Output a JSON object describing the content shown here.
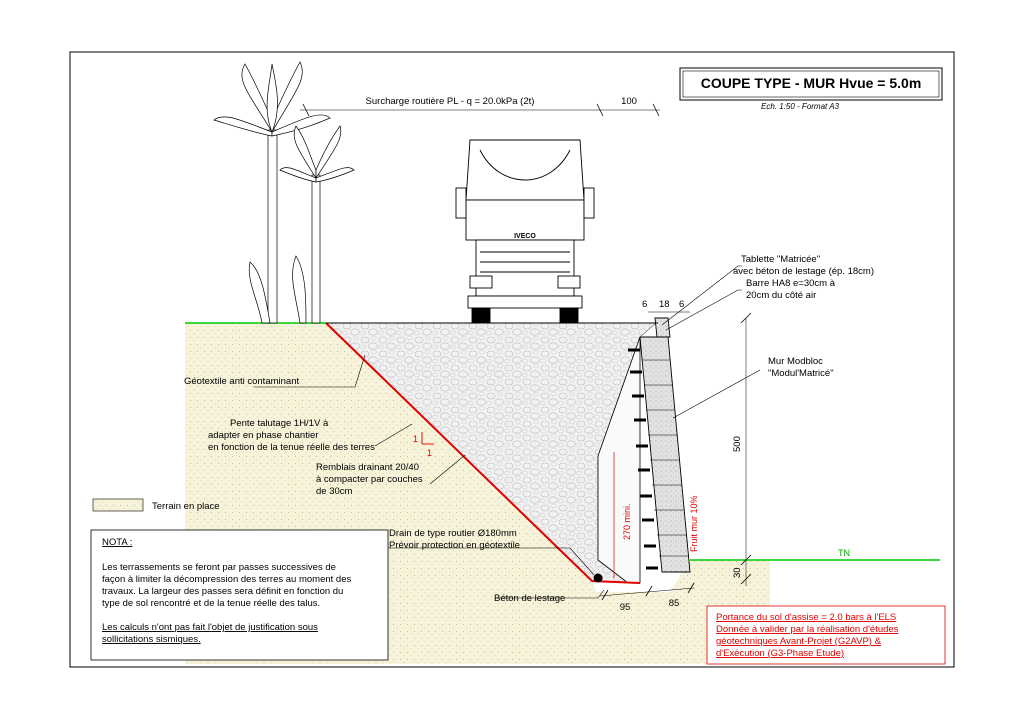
{
  "title_block": {
    "title": "COUPE TYPE - MUR Hvue = 5.0m",
    "scale": "Ech. 1:50 - Format A3"
  },
  "surcharge": {
    "label": "Surcharge routière PL - q = 20.0kPa (2t)",
    "dim": "100"
  },
  "truck": {
    "brand": "IVECO"
  },
  "labels": {
    "tablette_1": "Tablette \"Matricée\"",
    "tablette_2": "avec béton de lestage (ép. 18cm)",
    "barre_1": "Barre HA8 e=30cm à",
    "barre_2": "20cm du côté air",
    "mur_1": "Mur Modbloc",
    "mur_2": "\"Modul'Matricé\"",
    "geotextile": "Géotextile anti contaminant",
    "pente_1": "Pente talutage 1H/1V à",
    "pente_2": "adapter en phase chantier",
    "pente_3": "en fonction de la tenue réelle des terres",
    "remblais_1": "Remblais drainant 20/40",
    "remblais_2": "à compacter par couches",
    "remblais_3": "de 30cm",
    "drain_1": "Drain de type routier Ø180mm",
    "drain_2": "Prévoir protection en géotextile",
    "beton": "Béton de lestage",
    "tn": "TN",
    "slope_h": "1",
    "slope_v": "1",
    "fruit": "Fruit mur 10%"
  },
  "dimensions": {
    "top_a": "6",
    "top_b": "18",
    "top_c": "6",
    "height": "500",
    "embed": "30",
    "length": "270 mini.",
    "base_a": "95",
    "base_b": "85"
  },
  "legend": {
    "terrain": "Terrain en place"
  },
  "nota": {
    "title": "NOTA :",
    "lines": [
      "Les terrassements se feront par passes successives de",
      "façon à limiter la décompression des terres au moment des",
      "travaux. La largeur des passes sera définit en fonction du",
      "type de sol rencontré et de la tenue réelle des talus."
    ],
    "calc_1": "Les calculs n'ont pas fait l'objet de justification sous",
    "calc_2": "sollicitations sismiques."
  },
  "portance": {
    "lines": [
      "Portance du sol d'assise = 2.0 bars à l'ELS",
      "Donnée à valider par la réalisation d'études",
      "géotechniques Avant-Projet (G2AVP) &",
      "d'Exécution (G3-Phase Etude)"
    ]
  },
  "colors": {
    "ground_line": "#00cc00",
    "geotextile": "#e00000",
    "soil": "#f4f0d2",
    "gravel": "#efefef",
    "block": "#e6e6e6"
  }
}
